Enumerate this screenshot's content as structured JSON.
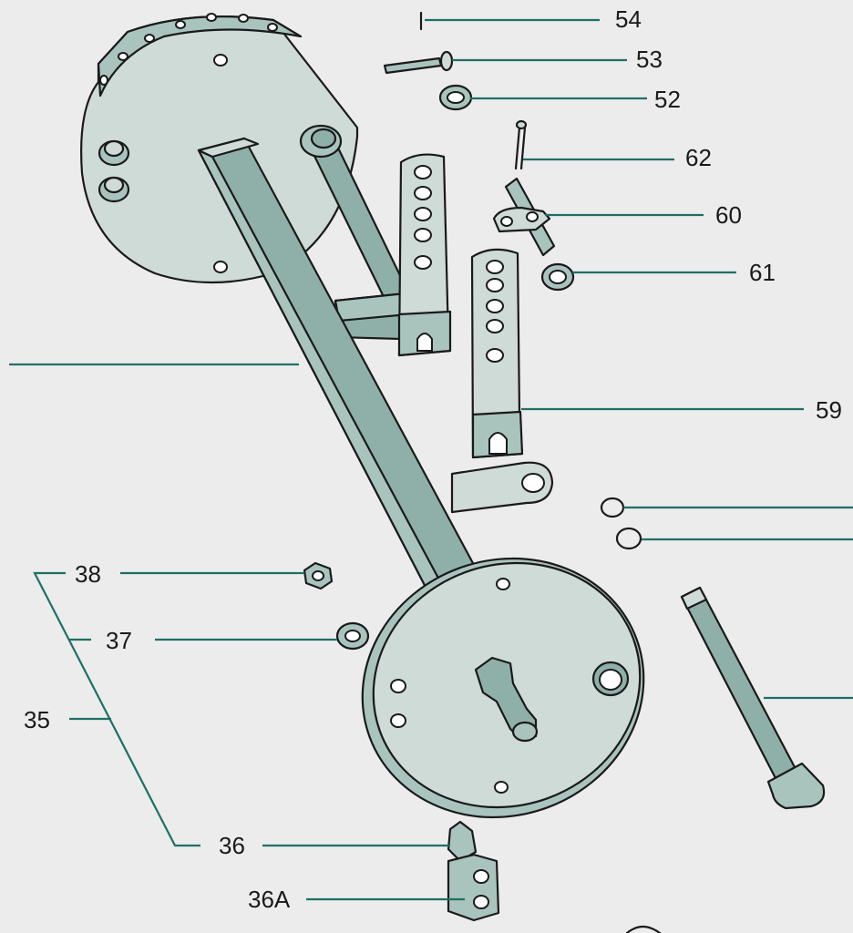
{
  "diagram": {
    "type": "exploded parts diagram",
    "colors": {
      "background": "#ececec",
      "leader": "#1f6f66",
      "part_light": "#cfdbd6",
      "part_mid": "#a9c4bd",
      "part_dark": "#8fb0a8"
    },
    "callouts": {
      "c54": "54",
      "c53": "53",
      "c52": "52",
      "c62": "62",
      "c60": "60",
      "c61": "61",
      "c59": "59",
      "c38": "38",
      "c37": "37",
      "c35": "35",
      "c36": "36",
      "c36a": "36A"
    }
  }
}
